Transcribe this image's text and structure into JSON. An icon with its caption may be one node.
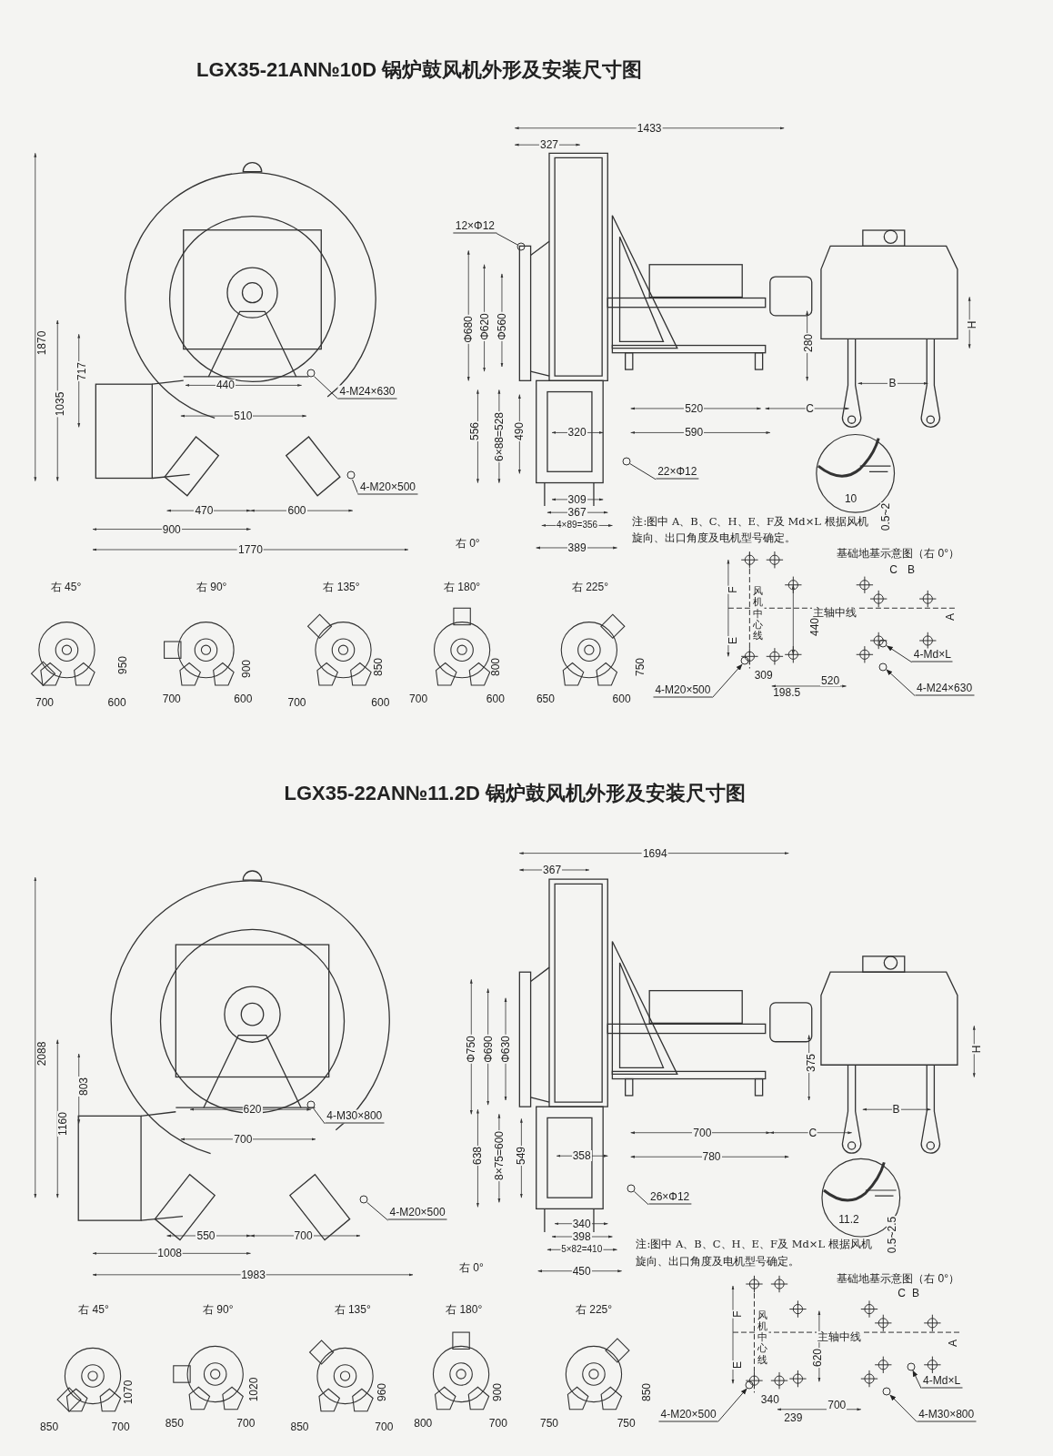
{
  "diagram": {
    "nodes": [
      {
        "text": [
          "12×Φ12"
        ]
      },
      {
        "text": [
          "4-M24×630"
        ]
      },
      {
        "text": [
          "4-M20×500"
        ]
      },
      {
        "text": [
          "22×Φ12"
        ]
      },
      {
        "text": [
          "4-M20×500"
        ]
      },
      {
        "text": [
          "4-Md×L"
        ]
      },
      {
        "text": [
          "4-M24×630"
        ]
      },
      {
        "text": [
          "4-M30×800"
        ]
      },
      {
        "text": [
          "4-M20×500"
        ]
      },
      {
        "text": [
          "26×Φ12"
        ]
      },
      {
        "text": [
          "4-M20×500"
        ]
      },
      {
        "text": [
          "4-Md×L"
        ]
      },
      {
        "text": [
          "4-M30×800"
        ]
      },
      {
        "text": [],
        "shape": "circle"
      },
      {
        "text": [],
        "shape": "circle"
      },
      {
        "text": [],
        "shape": "circle"
      },
      {
        "text": [],
        "shape": "circle"
      },
      {
        "text": [],
        "shape": "circle"
      },
      {
        "text": [],
        "shape": "circle"
      },
      {
        "text": [],
        "shape": "circle"
      },
      {
        "text": [],
        "shape": "circle"
      },
      {
        "text": [],
        "shape": "circle"
      },
      {
        "text": [],
        "shape": "circle"
      },
      {
        "text": [],
        "shape": "circle"
      },
      {
        "text": [],
        "shape": "circle"
      },
      {
        "text": [],
        "shape": "circle"
      }
    ],
    "edges": [
      {
        "from": 0,
        "to": 13,
        "arrow": "none"
      },
      {
        "from": 1,
        "to": 14,
        "arrow": "none"
      },
      {
        "from": 2,
        "to": 15,
        "arrow": "none"
      },
      {
        "from": 3,
        "to": 16,
        "arrow": "none"
      },
      {
        "from": 4,
        "to": 17,
        "arrow": "to"
      },
      {
        "from": 5,
        "to": 18,
        "arrow": "to"
      },
      {
        "from": 6,
        "to": 19,
        "arrow": "to"
      },
      {
        "from": 7,
        "to": 20,
        "arrow": "none"
      },
      {
        "from": 8,
        "to": 21,
        "arrow": "none"
      },
      {
        "from": 9,
        "to": 22,
        "arrow": "none"
      },
      {
        "from": 10,
        "to": 23,
        "arrow": "to"
      },
      {
        "from": 11,
        "to": 24,
        "arrow": "to"
      },
      {
        "from": 12,
        "to": 25,
        "arrow": "to"
      }
    ],
    "labels": [
      "LGX35-21AN№10D 锅炉鼓风机外形及安装尺寸图",
      "1870",
      "717",
      "1035",
      "440",
      "510",
      "470",
      "600",
      "900",
      "1770",
      "327",
      "1433",
      "Φ680",
      "Φ620",
      "Φ560",
      "280",
      "H",
      "B",
      "520",
      "C",
      "590",
      "556",
      "6×88=528",
      "490",
      "320",
      "10",
      "0.5~2",
      "309",
      "367",
      "4×89=356",
      "注:图中 A、B、C、H、E、F及 Md×L 根据风机旋向、出口角度及电机型号确定。",
      "右 0°",
      "389",
      "基础地基示意图（右 0°）",
      "C",
      "B",
      "右 45°",
      "右 90°",
      "右 135°",
      "右 180°",
      "右 225°",
      "F",
      "风机中心线",
      "主轴中线",
      "A",
      "440",
      "E",
      "950",
      "900",
      "850",
      "800",
      "750",
      "309",
      "520",
      "198.5",
      "700",
      "600",
      "700",
      "600",
      "700",
      "600",
      "700",
      "600",
      "650",
      "600",
      "LGX35-22AN№11.2D 锅炉鼓风机外形及安装尺寸图",
      "367",
      "1694",
      "2088",
      "803",
      "1160",
      "Φ750",
      "Φ690",
      "Φ630",
      "375",
      "H",
      "620",
      "B",
      "700",
      "C",
      "700",
      "780",
      "638",
      "8×75=600",
      "549",
      "358",
      "11.2",
      "0.5~2.5",
      "340",
      "550",
      "700",
      "398",
      "5×82=410",
      "注:图中 A、B、C、H、E、F及 Md×L 根据风机旋向、出口角度及电机型号确定。",
      "1008",
      "右 0°",
      "450",
      "1983",
      "基础地基示意图（右 0°）",
      "C",
      "B",
      "右 45°",
      "右 90°",
      "右 135°",
      "右 180°",
      "右 225°",
      "F",
      "风机中心线",
      "主轴中线",
      "A",
      "620",
      "E",
      "1070",
      "1020",
      "960",
      "900",
      "850",
      "340",
      "700",
      "239",
      "850",
      "700",
      "850",
      "700",
      "850",
      "700",
      "800",
      "700",
      "750",
      "750"
    ]
  }
}
